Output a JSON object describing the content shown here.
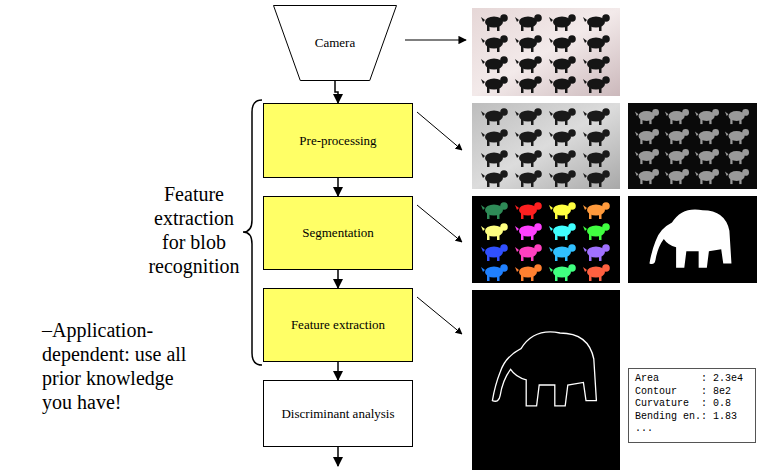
{
  "diagram": {
    "nodes": [
      {
        "text": [
          "Camera"
        ]
      },
      {
        "text": [
          "Pre-processing"
        ]
      },
      {
        "text": [
          "Segmentation"
        ]
      },
      {
        "text": [
          "Feature extraction"
        ]
      },
      {
        "text": [
          "Discriminant analysis"
        ]
      },
      {
        "text": [
          "Area       : 2.3e4",
          "Contour    : 8e2",
          "Curvature  : 0.8",
          "Bending en.: 1.83",
          "..."
        ]
      }
    ],
    "edges": [
      {
        "from": 0,
        "to": 1,
        "arrow": "to"
      },
      {
        "from": 1,
        "to": 2,
        "arrow": "to"
      },
      {
        "from": 2,
        "to": 3,
        "arrow": "to"
      },
      {
        "from": 3,
        "to": 4,
        "arrow": "to"
      }
    ],
    "labels": [
      "Feature extraction for blob recognition",
      "–Application- dependent: use all prior knowledge you have!"
    ]
  }
}
